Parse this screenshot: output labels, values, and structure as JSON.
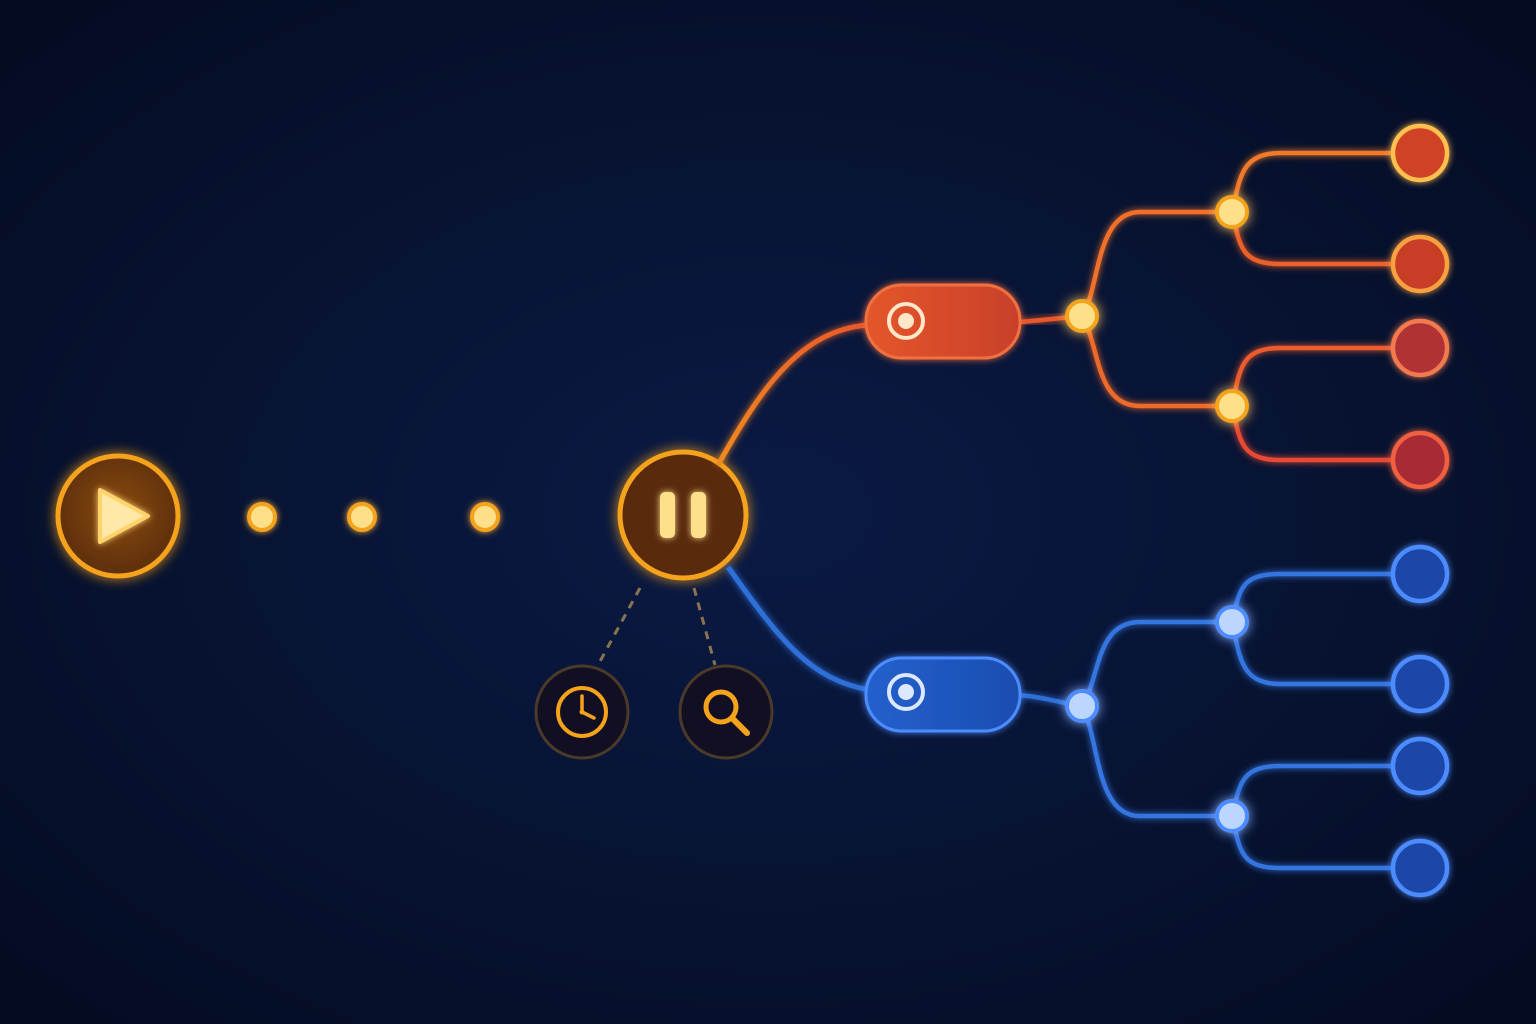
{
  "diagram": {
    "background": "#07122f",
    "colors": {
      "warm_accent": "#f5a21c",
      "warm_glow": "#ffb640",
      "red_branch": "#e8582a",
      "red_leaf": "#c0392b",
      "red_leaf_dark": "#a8283a",
      "blue_branch": "#2f6fd8",
      "blue_leaf": "#1d4fb4",
      "blue_glow": "#4e8cff"
    },
    "controls": {
      "start_icon": "play-icon",
      "pause_icon": "pause-icon",
      "history_icon": "clock-icon",
      "inspect_icon": "search-icon"
    },
    "timeline_steps": 3,
    "branches": [
      {
        "name": "red-branch",
        "hub_icon": "target-icon",
        "leaf_count": 4
      },
      {
        "name": "blue-branch",
        "hub_icon": "target-icon",
        "leaf_count": 4
      }
    ]
  }
}
